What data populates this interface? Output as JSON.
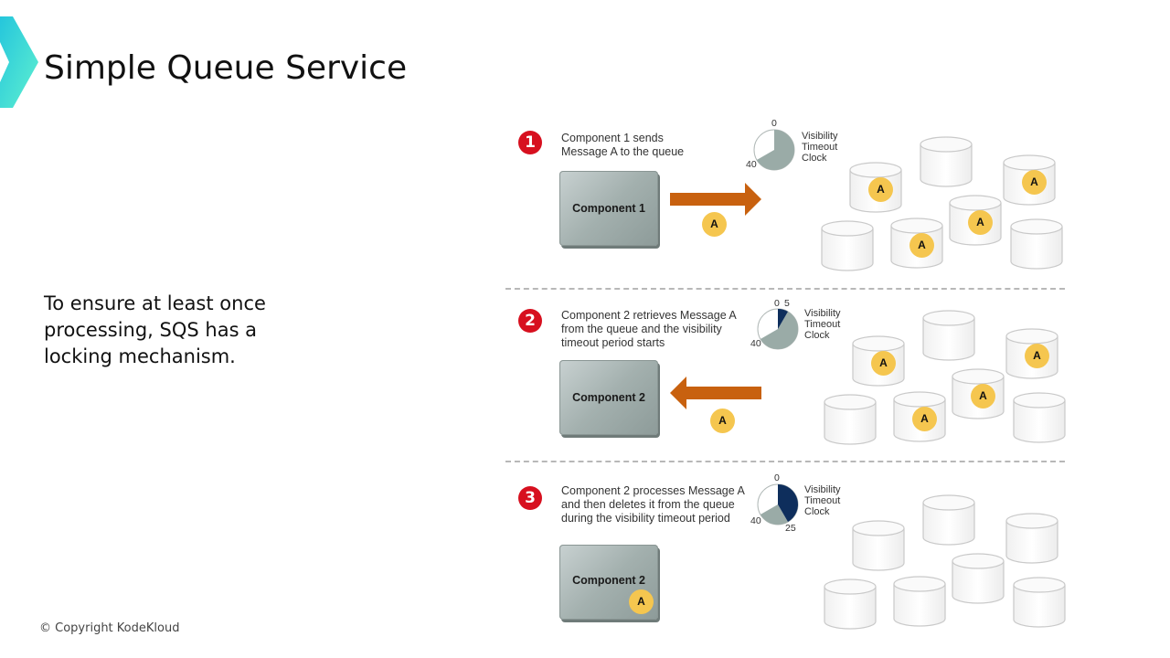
{
  "slide": {
    "title": "Simple Queue Service",
    "body_text": "To ensure at least once processing, SQS has a locking mechanism.",
    "copyright": "© Copyright KodeKloud",
    "brand_colors": {
      "logo_start": "#25c6dc",
      "logo_end": "#5ff0d0"
    }
  },
  "diagram": {
    "clock_label": "Visibility\nTimeout\nClock",
    "colors": {
      "step_badge": "#d7101f",
      "arrow": "#c8610f",
      "message": "#f5c64f",
      "clock_remaining": "#9aaba7",
      "clock_elapsed": "#0e2e5c"
    },
    "steps": [
      {
        "number": "1",
        "description": "Component 1 sends\nMessage A to the queue",
        "component": "Component 1",
        "arrow_direction": "right",
        "message": "A",
        "clock": {
          "start_label": "0",
          "end_label": "40",
          "elapsed_label": "",
          "visibility_timeout": 40,
          "elapsed": 0
        },
        "queue_messages": [
          "A",
          "",
          "A",
          "",
          "A",
          "A",
          ""
        ]
      },
      {
        "number": "2",
        "description": "Component 2 retrieves Message A\nfrom the queue and the visibility\ntimeout period starts",
        "component": "Component 2",
        "arrow_direction": "left",
        "message": "A",
        "clock": {
          "start_label": "0",
          "end_label": "40",
          "elapsed_label": "5",
          "visibility_timeout": 40,
          "elapsed": 5
        },
        "queue_messages": [
          "A",
          "",
          "A",
          "",
          "A",
          "A",
          ""
        ]
      },
      {
        "number": "3",
        "description": "Component 2 processes Message A\nand then deletes it from the queue\nduring the visibility timeout period",
        "component": "Component 2",
        "arrow_direction": "none",
        "message": "A",
        "clock": {
          "start_label": "0",
          "end_label": "40",
          "elapsed_label": "25",
          "visibility_timeout": 40,
          "elapsed": 25
        },
        "queue_messages": [
          "",
          "",
          "",
          "",
          "",
          "",
          ""
        ]
      }
    ]
  }
}
